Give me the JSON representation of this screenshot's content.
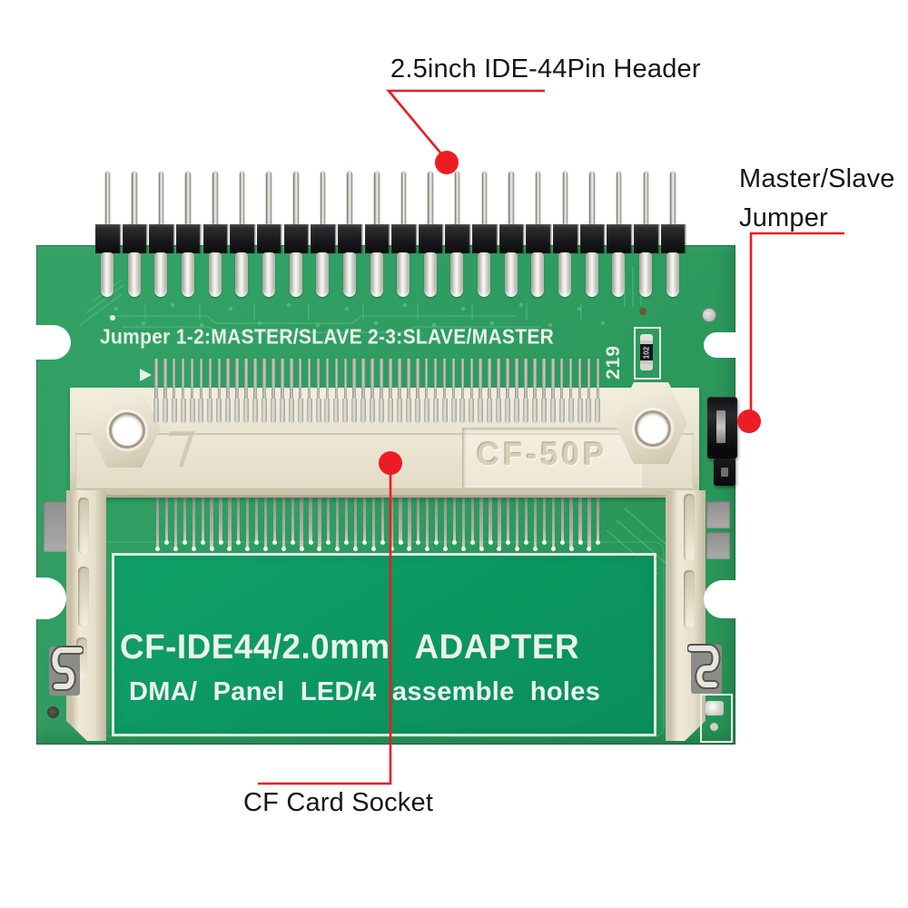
{
  "image_type": "product-photo of CF to 2.5in IDE adapter board with callout annotations",
  "annotations": {
    "ide_header_label": "2.5inch IDE-44Pin Header",
    "jumper_label_line1": "Master/Slave",
    "jumper_label_line2": "Jumper",
    "cf_socket_label": "CF Card Socket",
    "callout_color": "#ec1c24"
  },
  "board": {
    "ide_header": {
      "visible_pins": 22
    },
    "cf_socket": {
      "embossed_label": "CF-50P",
      "pin_count": 50
    },
    "silkscreen": {
      "jumper_setting_text": "Jumper 1-2:MASTER/SLAVE  2-3:SLAVE/MASTER",
      "ref_designator": "219",
      "resistor_code": "102",
      "panel_title": "CF-IDE44/2.0mm ADAPTER",
      "panel_subtitle": "DMA/ Panel LED/4 assemble holes"
    },
    "colors": {
      "pcb_green": "#2f9d62",
      "panel_green": "#0d9a63",
      "silkscreen_white": "#e8f1e9",
      "socket_beige": "#ece5d3",
      "header_black": "#1b1b1d",
      "callout_red": "#ec1c24"
    }
  }
}
